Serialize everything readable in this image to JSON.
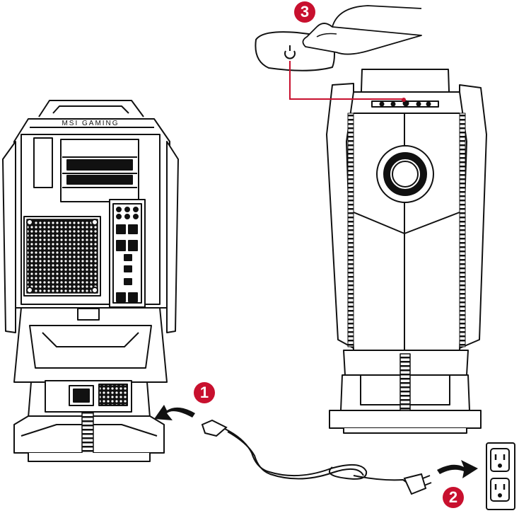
{
  "steps": [
    {
      "number": "1",
      "meaning": "connect power cord to PSU"
    },
    {
      "number": "2",
      "meaning": "plug cord into wall outlet"
    },
    {
      "number": "3",
      "meaning": "press power button"
    }
  ],
  "chassis": {
    "brand_text": "MSI GAMING"
  },
  "colors": {
    "accent": "#c8102e",
    "line": "#111111",
    "fill": "#ffffff"
  }
}
